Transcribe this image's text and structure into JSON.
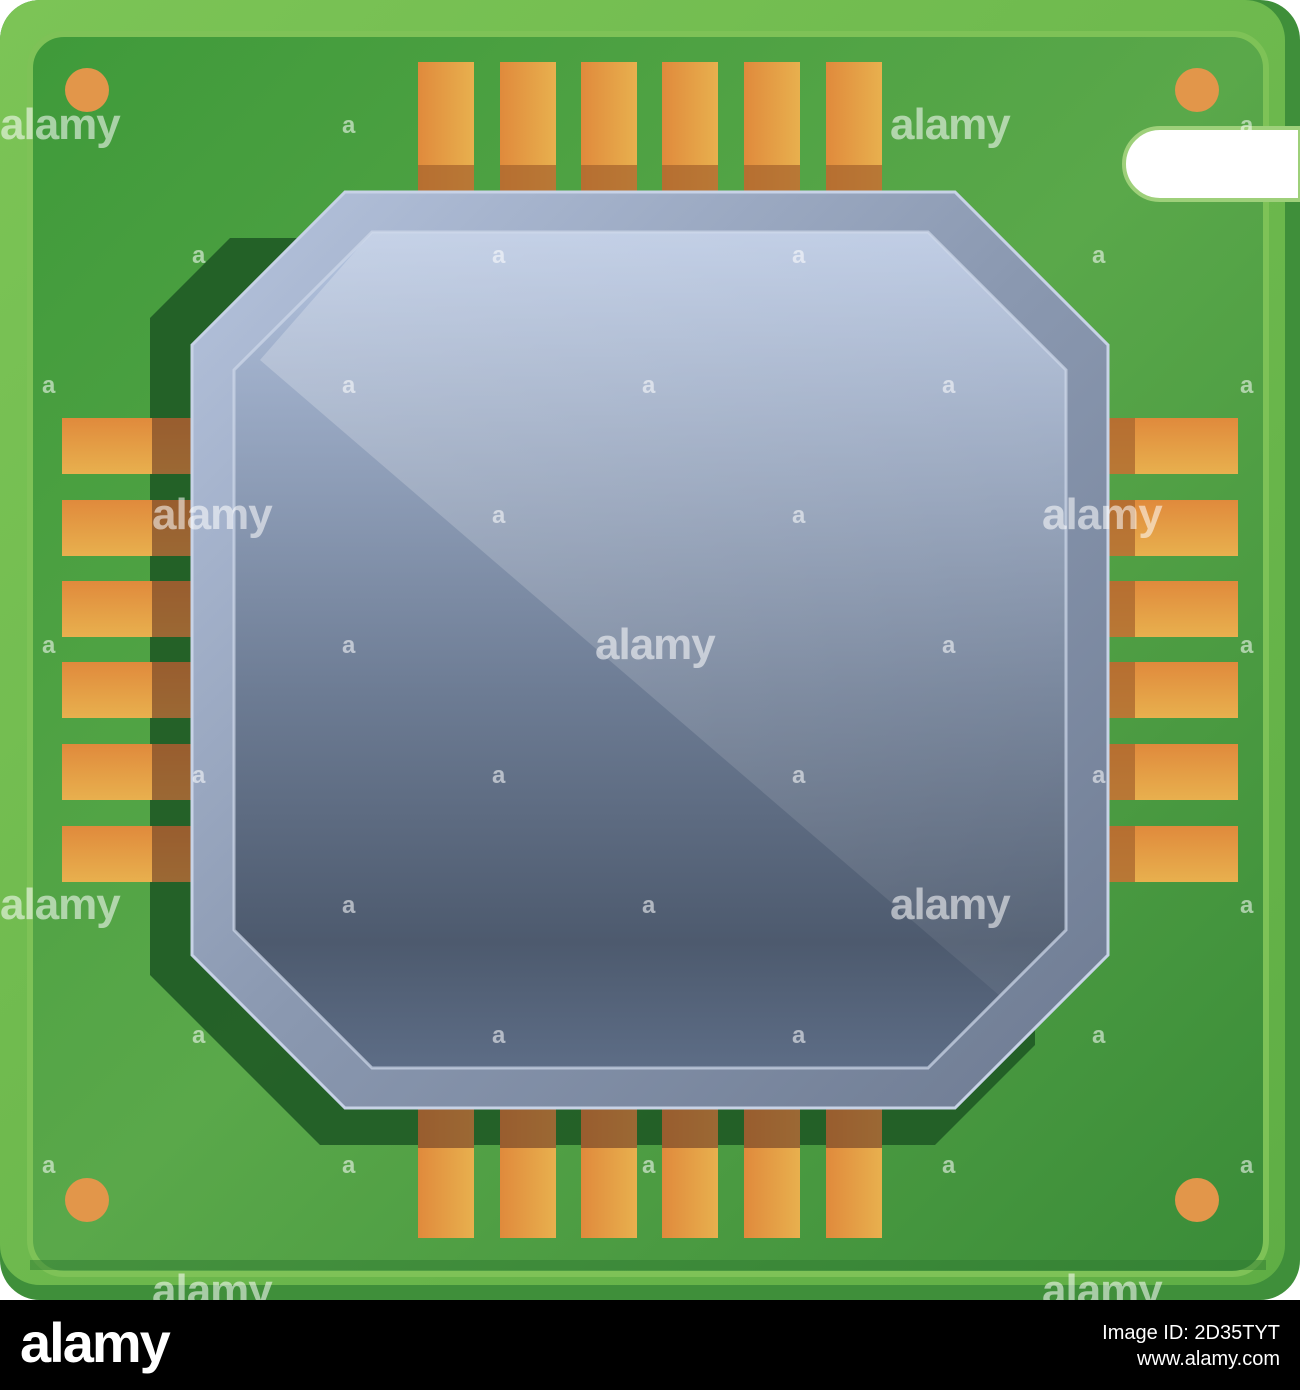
{
  "illustration": {
    "subject": "cpu-chip-icon",
    "colors": {
      "board": "#4f9e3c",
      "board_light": "#8fc454",
      "board_dark": "#2e7d32",
      "pin": "#e0a048",
      "pin_dark": "#a8652e",
      "chip_light": "#aebbd6",
      "chip_dark": "#4a5a70"
    }
  },
  "watermark": {
    "text": "alamy",
    "mark": "a"
  },
  "footer": {
    "logo": "alamy",
    "image_id": "Image ID: 2D35TYT",
    "site": "www.alamy.com"
  }
}
